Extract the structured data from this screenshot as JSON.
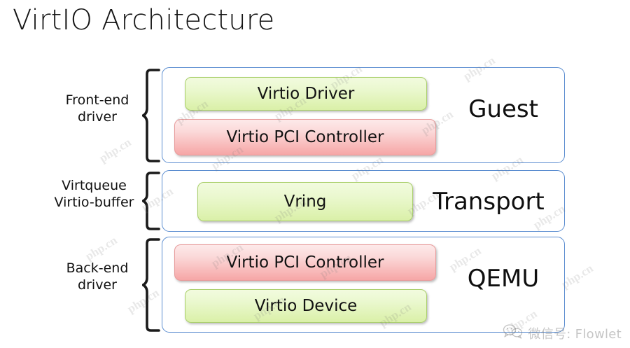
{
  "page": {
    "title": "VirtIO Architecture"
  },
  "annotations": [
    {
      "name": "front-end-driver",
      "lines": [
        "Front-end",
        "driver"
      ]
    },
    {
      "name": "virtqueue-virtio-buffer",
      "lines": [
        "Virtqueue",
        "Virtio-buffer"
      ]
    },
    {
      "name": "back-end-driver",
      "lines": [
        "Back-end",
        "driver"
      ]
    }
  ],
  "sections": [
    {
      "name": "guest",
      "title": "Guest",
      "boxes": [
        {
          "name": "virtio-driver",
          "label": "Virtio Driver",
          "color": "green"
        },
        {
          "name": "virtio-pci-controller-guest",
          "label": "Virtio PCI Controller",
          "color": "red"
        }
      ]
    },
    {
      "name": "transport",
      "title": "Transport",
      "boxes": [
        {
          "name": "vring",
          "label": "Vring",
          "color": "green"
        }
      ]
    },
    {
      "name": "qemu",
      "title": "QEMU",
      "boxes": [
        {
          "name": "virtio-pci-controller-qemu",
          "label": "Virtio PCI Controller",
          "color": "red"
        },
        {
          "name": "virtio-device",
          "label": "Virtio Device",
          "color": "green"
        }
      ]
    }
  ],
  "watermark": {
    "text": "php.cn",
    "repeat_count": 18
  },
  "credit": {
    "text": "微信号: Flowlet",
    "icon": "wechat-icon"
  },
  "colors": {
    "section_border": "#5b8dd0",
    "green_fill": "#e3f5c2",
    "green_border": "#a9cf6a",
    "red_fill": "#f9c4c4",
    "red_border": "#e79a9a",
    "brace": "#1a1a1a",
    "title_text": "#141414"
  }
}
